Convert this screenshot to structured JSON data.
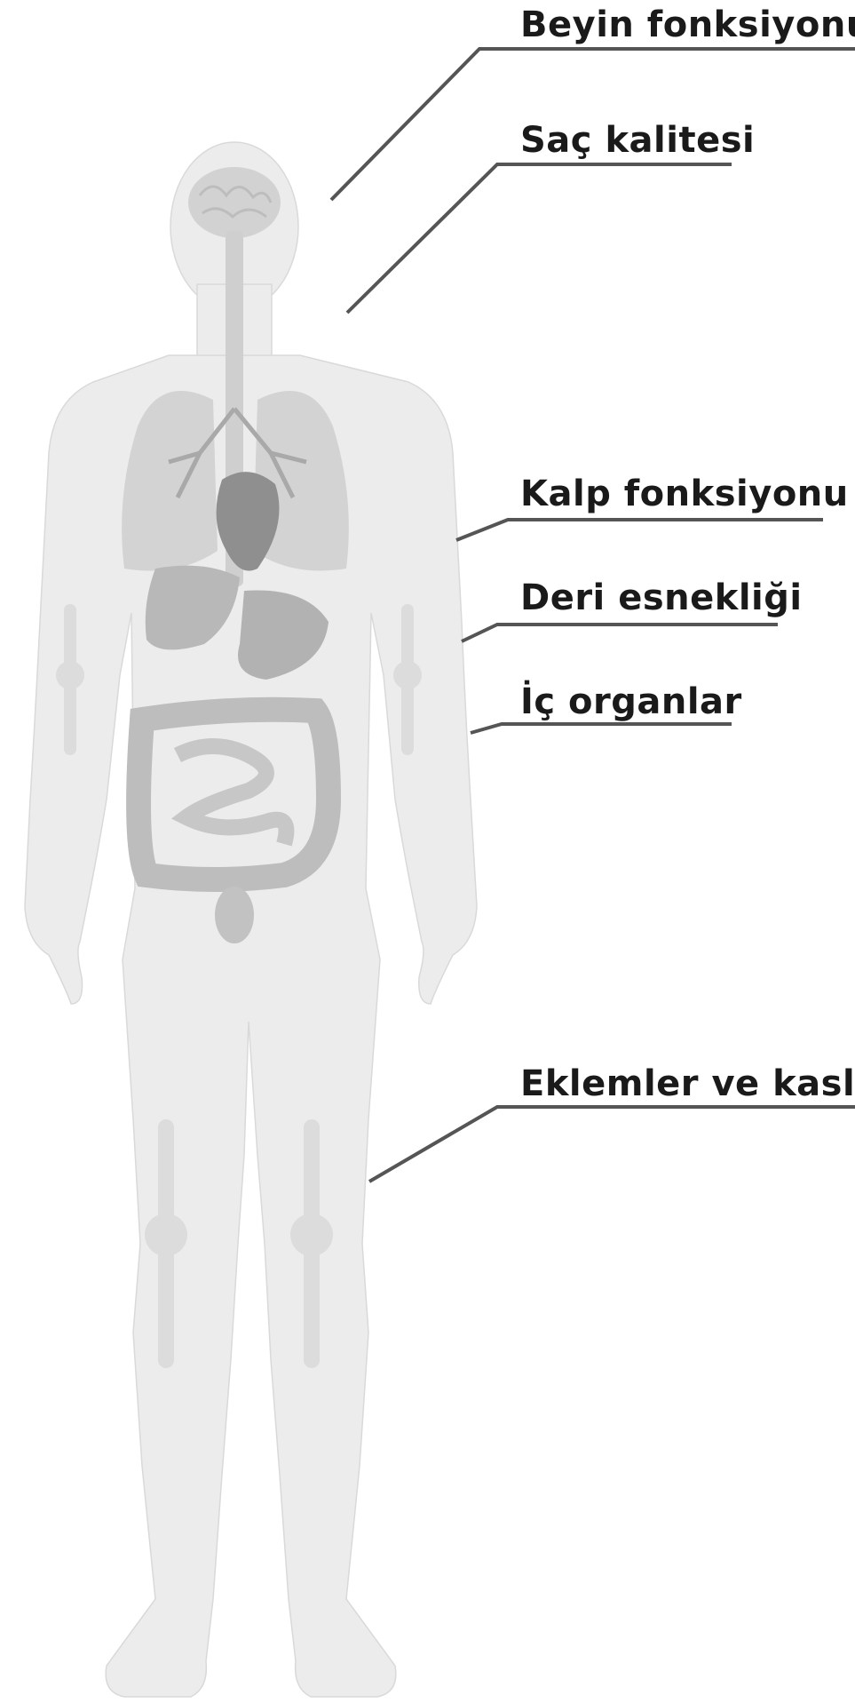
{
  "callouts": [
    {
      "id": "brain",
      "label": "Beyin fonksiyonu"
    },
    {
      "id": "hair",
      "label": "Saç kalitesi"
    },
    {
      "id": "heart",
      "label": "Kalp fonksiyonu"
    },
    {
      "id": "skin",
      "label": "Deri esnekliği"
    },
    {
      "id": "organs",
      "label": "İç organlar"
    },
    {
      "id": "joints",
      "label": "Eklemler ve kaslar"
    }
  ],
  "colors": {
    "body_fill": "#ececec",
    "organ_fill": "#c4c4c4",
    "organ_dark": "#9a9a9a",
    "bone_fill": "#dcdcdc",
    "leader_line": "#555555",
    "label_text": "#1a1a1a"
  }
}
